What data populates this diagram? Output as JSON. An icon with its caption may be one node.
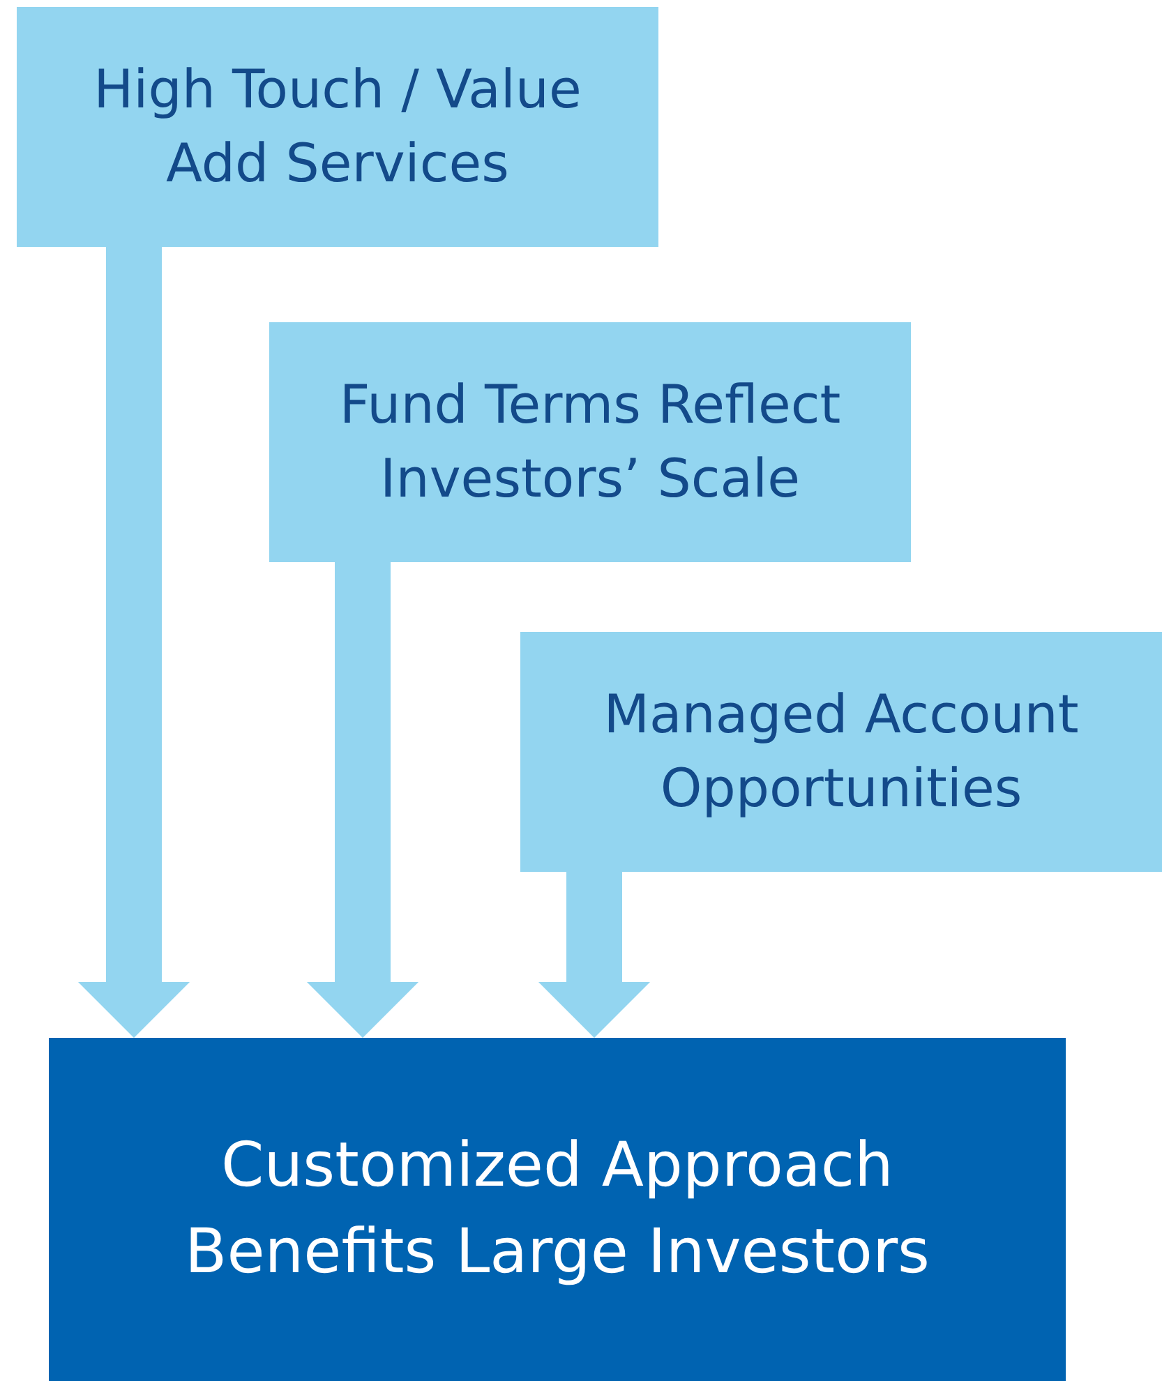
{
  "diagram": {
    "nodes": [
      {
        "text": [
          "High Touch / Value Add Services"
        ]
      },
      {
        "text": [
          "Fund Terms Reflect Investors’ Scale"
        ]
      },
      {
        "text": [
          "Managed Account Opportunities"
        ]
      },
      {
        "text": [
          "Customized Approach Benefits Large Investors"
        ]
      }
    ],
    "edges": [
      {
        "from": 0,
        "to": 3,
        "arrow": "to"
      },
      {
        "from": 1,
        "to": 3,
        "arrow": "to"
      },
      {
        "from": 2,
        "to": 3,
        "arrow": "to"
      }
    ]
  }
}
